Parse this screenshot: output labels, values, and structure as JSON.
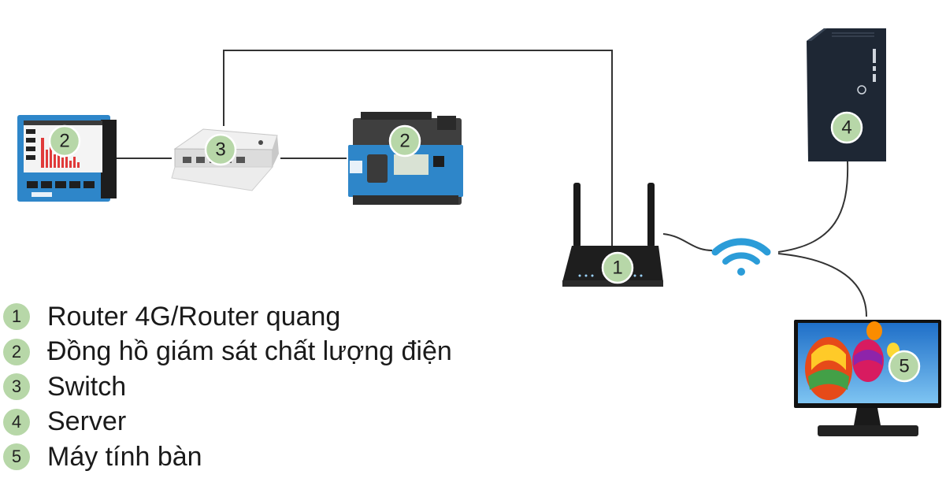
{
  "colors": {
    "badge_fill": "#b7d7a8",
    "badge_stroke": "#ffffff",
    "wire": "#333333",
    "wifi": "#2b9cd8",
    "device_blue": "#2e86c9"
  },
  "devices": {
    "meter_left": {
      "icon": "power-quality-meter-icon",
      "badge": "2"
    },
    "switch": {
      "icon": "network-switch-icon",
      "badge": "3"
    },
    "meter_right": {
      "icon": "din-rail-meter-icon",
      "badge": "2"
    },
    "router": {
      "icon": "router-icon",
      "badge": "1"
    },
    "wifi": {
      "icon": "wifi-icon"
    },
    "server": {
      "icon": "tower-server-icon",
      "badge": "4"
    },
    "monitor": {
      "icon": "desktop-monitor-icon",
      "badge": "5"
    }
  },
  "legend": [
    {
      "num": "1",
      "text": "Router 4G/Router quang"
    },
    {
      "num": "2",
      "text": "Đồng hồ giám sát chất lượng điện"
    },
    {
      "num": "3",
      "text": "Switch"
    },
    {
      "num": "4",
      "text": "Server"
    },
    {
      "num": "5",
      "text": "Máy tính bàn"
    }
  ]
}
